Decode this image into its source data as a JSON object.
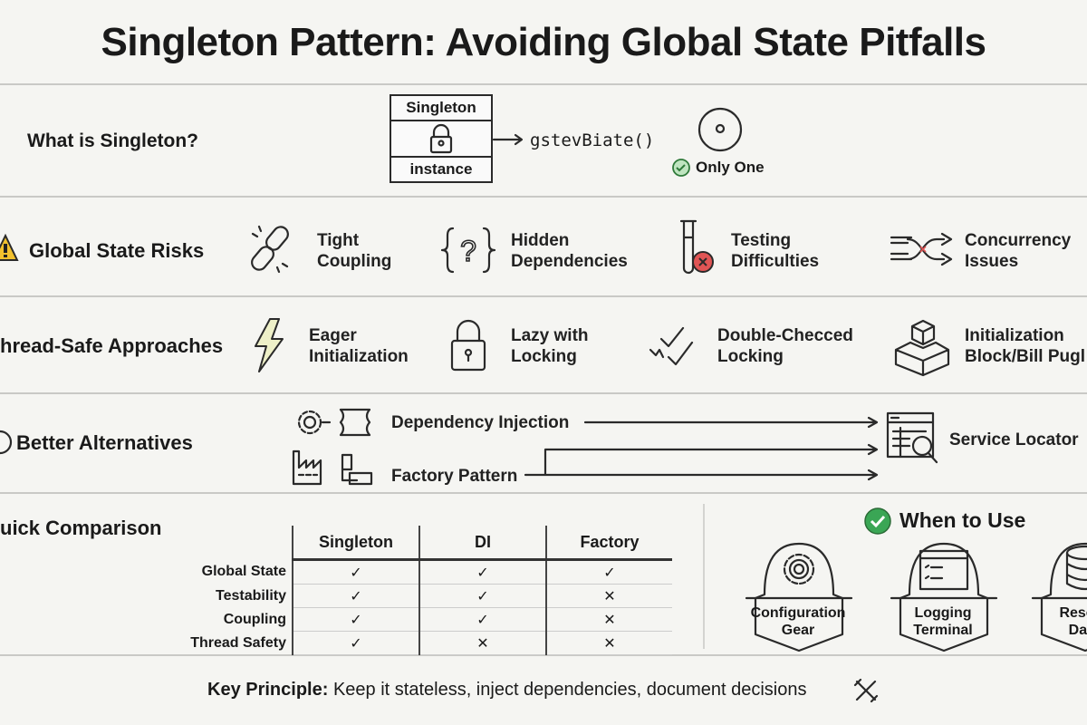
{
  "title": "Singleton Pattern: Avoiding Global State Pitfalls",
  "what_is": {
    "heading": "What is Singleton?",
    "box": [
      "Singleton",
      "instance"
    ],
    "method": "gstevBiate()",
    "only_one": "Only One",
    "icons": [
      "lock-icon",
      "single-instance-circle-icon",
      "check-circle-icon"
    ]
  },
  "risks": {
    "heading": "Global State Risks",
    "icon": "warning-icon",
    "items": [
      {
        "line1": "Tight",
        "line2": "Coupling",
        "icon": "broken-chain-icon"
      },
      {
        "line1": "Hidden",
        "line2": "Dependencies",
        "icon": "braces-question-icon"
      },
      {
        "line1": "Testing",
        "line2": "Difficulties",
        "icon": "test-tube-x-icon"
      },
      {
        "line1": "Concurrency",
        "line2": "Issues",
        "icon": "crossing-arrows-icon"
      }
    ]
  },
  "thread_safe": {
    "heading": "hread-Safe Approaches",
    "items": [
      {
        "line1": "Eager",
        "line2": "Initialization",
        "icon": "lightning-icon"
      },
      {
        "line1": "Lazy with",
        "line2": "Locking",
        "icon": "padlock-icon"
      },
      {
        "line1": "Double-Checced",
        "line2": "Locking",
        "icon": "double-check-icon"
      },
      {
        "line1": "Initialization",
        "line2": "Block/Bill Pugl",
        "icon": "stacked-cubes-icon"
      }
    ]
  },
  "alternatives": {
    "heading": "Better Alternatives",
    "di": "Dependency Injection",
    "factory": "Factory Pattern",
    "locator": "Service Locator"
  },
  "comparison": {
    "heading": "uick Comparison",
    "columns": [
      "Singleton",
      "DI",
      "Factory"
    ],
    "rows": [
      {
        "label": "Global State",
        "cells": [
          "✓",
          "✓",
          "✓"
        ]
      },
      {
        "label": "Testability",
        "cells": [
          "✓",
          "✓",
          "✕"
        ]
      },
      {
        "label": "Coupling",
        "cells": [
          "✓",
          "✓",
          "✕"
        ]
      },
      {
        "label": "Thread Safety",
        "cells": [
          "✓",
          "✕",
          "✕"
        ]
      }
    ]
  },
  "when_to_use": {
    "heading": "When to Use",
    "badges": [
      {
        "line1": "Configuration",
        "line2": "Gear",
        "icon": "gear-icon"
      },
      {
        "line1": "Logging",
        "line2": "Terminal",
        "icon": "terminal-icon"
      },
      {
        "line1": "Resour",
        "line2": "Data",
        "icon": "database-icon"
      }
    ]
  },
  "footer": {
    "label": "Key Principle:",
    "text": " Keep it stateless, inject dependencies, document decisions"
  },
  "colors": {
    "warning": "#f2c12e",
    "success": "#3aa655",
    "error": "#e05555"
  }
}
